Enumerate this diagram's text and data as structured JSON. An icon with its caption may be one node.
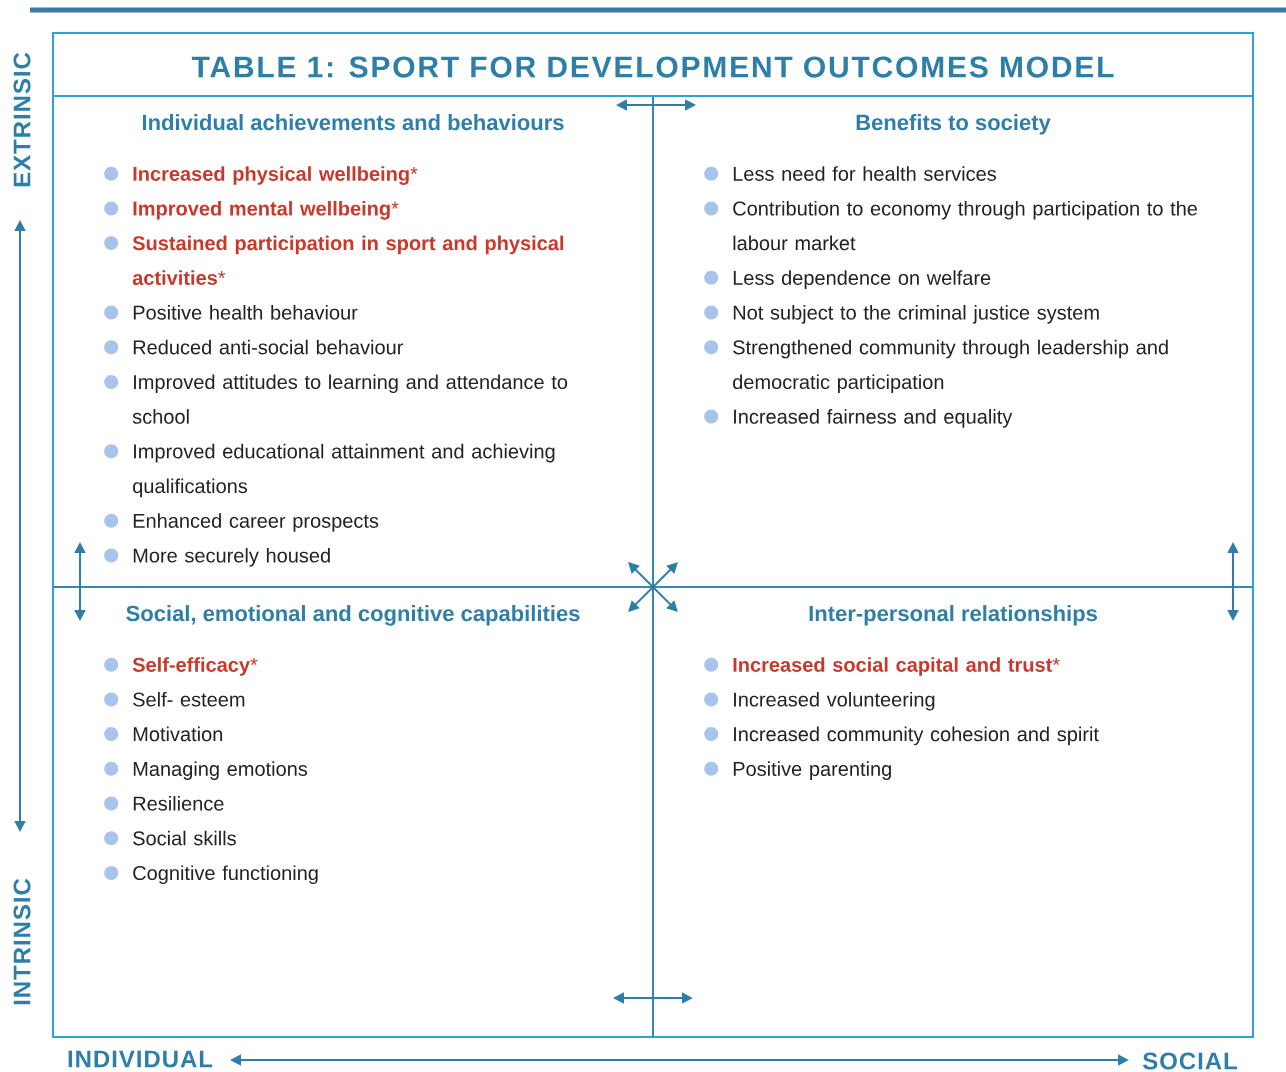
{
  "diagram": {
    "title": "TABLE 1: SPORT FOR DEVELOPMENT OUTCOMES MODEL",
    "nodes": [
      {
        "text": [
          "Individual achievements and behaviours",
          "**Increased physical wellbeing***",
          "**Improved mental wellbeing***",
          "**Sustained participation in sport and physical activities***",
          "Positive health behaviour",
          "Reduced anti-social behaviour",
          "Improved attitudes to learning and attendance to school",
          "Improved educational attainment and achieving qualifications",
          "Enhanced career prospects",
          "More securely housed"
        ]
      },
      {
        "text": [
          "Benefits to society",
          "Less need for health services",
          "Contribution to economy through participation to the labour market",
          "Less dependence on welfare",
          "Not subject to the criminal justice system",
          "Strengthened community through leadership and democratic participation",
          "Increased fairness and equality"
        ]
      },
      {
        "text": [
          "Social, emotional and cognitive capabilities",
          "**Self-efficacy***",
          "Self- esteem",
          "Motivation",
          "Managing emotions",
          "Resilience",
          "Social skills",
          "Cognitive functioning"
        ]
      },
      {
        "text": [
          "Inter-personal relationships",
          "**Increased social capital and trust***",
          "Increased volunteering",
          "Increased community cohesion and spirit",
          "Positive parenting"
        ]
      }
    ],
    "edges": [
      {
        "from": 0,
        "to": 1,
        "arrow": "both"
      },
      {
        "from": 0,
        "to": 2,
        "arrow": "both"
      },
      {
        "from": 0,
        "to": 3,
        "arrow": "both"
      },
      {
        "from": 1,
        "to": 2,
        "arrow": "both"
      },
      {
        "from": 1,
        "to": 3,
        "arrow": "both"
      },
      {
        "from": 2,
        "to": 3,
        "arrow": "both"
      }
    ],
    "labels": [
      "EXTRINSIC",
      "INTRINSIC",
      "INDIVIDUAL",
      "SOCIAL"
    ]
  }
}
